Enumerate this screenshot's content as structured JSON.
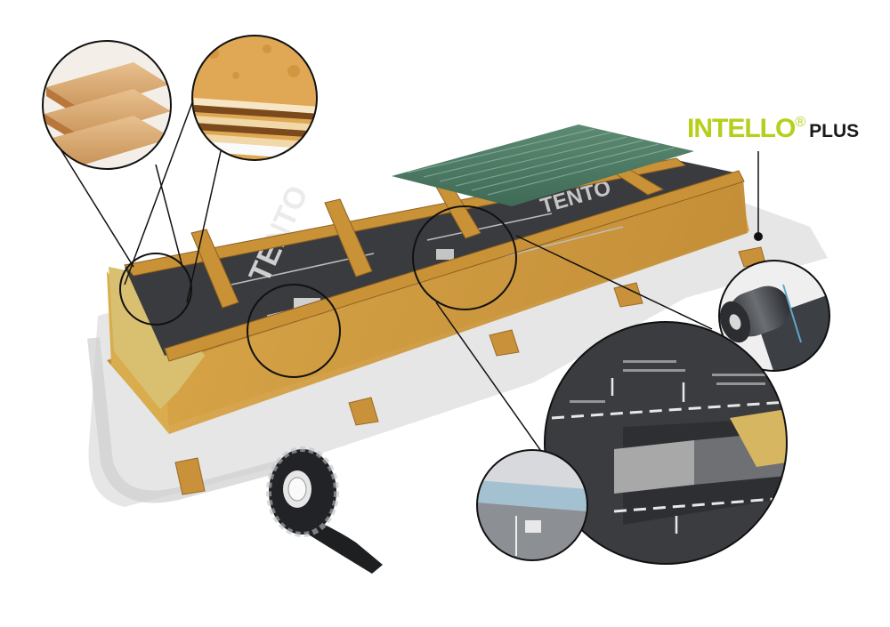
{
  "brand": {
    "name": "INTELLO",
    "registered": "®",
    "suffix": "PLUS",
    "color": "#b5cf1a"
  },
  "membrane_print": {
    "logo": "TENTO"
  },
  "components": [
    {
      "name": "plywood-board-icon"
    },
    {
      "name": "osb-board-icon"
    },
    {
      "name": "membrane-roll-icon"
    },
    {
      "name": "adhesive-tape-roll-icon"
    },
    {
      "name": "membrane-overlap-detail-icon"
    },
    {
      "name": "taped-joint-detail-icon"
    }
  ],
  "colors": {
    "timber": "#c9963f",
    "insulation": "#dcbf62",
    "membrane": "#3c3d3f",
    "roof": "#4d7a63",
    "shadow": "#e4e4e4"
  }
}
